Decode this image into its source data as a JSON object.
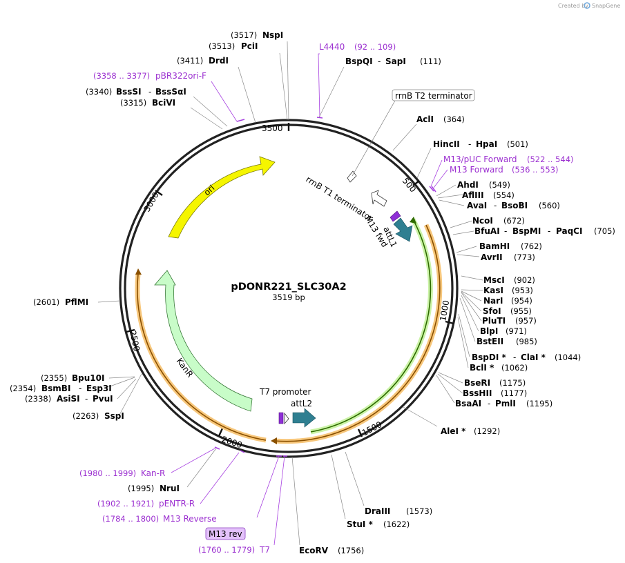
{
  "watermark": {
    "created_by": "Created by",
    "brand": "SnapGene"
  },
  "plasmid": {
    "name": "pDONR221_SLC30A2",
    "length": "3519 bp"
  },
  "ticks": [
    "500",
    "1000",
    "1500",
    "2000",
    "2500",
    "3000",
    "3500"
  ],
  "features": {
    "ori": "ori",
    "kanr": "KanR",
    "rrnb_t1": "rrnB T1 terminator",
    "rrnb_t2": "rrnB T2 terminator",
    "m13_fwd": "M13 fwd",
    "attl1": "attL1",
    "t7_promoter": "T7 promoter",
    "attl2": "attL2"
  },
  "primers": {
    "l4440": {
      "name": "L4440",
      "range": "(92 .. 109)"
    },
    "pbr322ori": {
      "name": "pBR322ori-F",
      "range": "(3358 .. 3377)"
    },
    "m13_puc": {
      "name": "M13/pUC Forward",
      "range": "(522 .. 544)"
    },
    "m13_forward": {
      "name": "M13 Forward",
      "range": "(536 .. 553)"
    },
    "kan_r": {
      "name": "Kan-R",
      "range": "(1980 .. 1999)"
    },
    "pentr_r": {
      "name": "pENTR-R",
      "range": "(1902 .. 1921)"
    },
    "m13_reverse": {
      "name": "M13 Reverse",
      "range": "(1784 .. 1800)"
    },
    "m13_rev": {
      "name": "M13 rev"
    },
    "t7": {
      "name": "T7",
      "range": "(1760 .. 1779)"
    }
  },
  "sites": {
    "nspi": {
      "name": "NspI",
      "pos": "(3517)"
    },
    "pcii": {
      "name": "PciI",
      "pos": "(3513)"
    },
    "drdi": {
      "name": "DrdI",
      "pos": "(3411)"
    },
    "bsssi": {
      "name": "BssSI",
      "sep": "-",
      "name2": "BssSαI",
      "pos": "(3340)"
    },
    "bcivi": {
      "name": "BciVI",
      "pos": "(3315)"
    },
    "bspqi": {
      "name": "BspQI",
      "sep": "-",
      "name2": "SapI",
      "pos": "(111)"
    },
    "acli": {
      "name": "AclI",
      "pos": "(364)"
    },
    "hincii": {
      "name": "HincII",
      "sep": "-",
      "name2": "HpaI",
      "pos": "(501)"
    },
    "ahdi": {
      "name": "AhdI",
      "pos": "(549)"
    },
    "aflIII": {
      "name": "AflIII",
      "pos": "(554)"
    },
    "avai": {
      "name": "AvaI",
      "sep": "-",
      "name2": "BsoBI",
      "pos": "(560)"
    },
    "ncoi": {
      "name": "NcoI",
      "pos": "(672)"
    },
    "bfuai": {
      "name": "BfuAI",
      "sep": "-",
      "name2": "BspMI",
      "sep2": "-",
      "name3": "PaqCI",
      "pos": "(705)"
    },
    "bamhi": {
      "name": "BamHI",
      "pos": "(762)"
    },
    "avrii": {
      "name": "AvrII",
      "pos": "(773)"
    },
    "msci": {
      "name": "MscI",
      "pos": "(902)"
    },
    "kasi": {
      "name": "KasI",
      "pos": "(953)"
    },
    "nari": {
      "name": "NarI",
      "pos": "(954)"
    },
    "sfoi": {
      "name": "SfoI",
      "pos": "(955)"
    },
    "pluti": {
      "name": "PluTI",
      "pos": "(957)"
    },
    "blpi": {
      "name": "BlpI",
      "pos": "(971)"
    },
    "bsteii": {
      "name": "BstEII",
      "pos": "(985)"
    },
    "bspdi": {
      "name": "BspDI *",
      "sep": "-",
      "name2": "ClaI *",
      "pos": "(1044)"
    },
    "bcli": {
      "name": "BclI *",
      "pos": "(1062)"
    },
    "bseri": {
      "name": "BseRI",
      "pos": "(1175)"
    },
    "bsshii": {
      "name": "BssHII",
      "pos": "(1177)"
    },
    "bsaai": {
      "name": "BsaAI",
      "sep": "-",
      "name2": "PmlI",
      "pos": "(1195)"
    },
    "alei": {
      "name": "AleI *",
      "pos": "(1292)"
    },
    "draiii": {
      "name": "DraIII",
      "pos": "(1573)"
    },
    "stui": {
      "name": "StuI *",
      "pos": "(1622)"
    },
    "ecorv": {
      "name": "EcoRV",
      "pos": "(1756)"
    },
    "nrui": {
      "name": "NruI",
      "pos": "(1995)"
    },
    "sspi": {
      "name": "SspI",
      "pos": "(2263)"
    },
    "bpu10i": {
      "name": "Bpu10I",
      "pos": "(2355)"
    },
    "bsmbi": {
      "name": "BsmBI",
      "sep": "-",
      "name2": "Esp3I",
      "pos": "(2354)"
    },
    "asisi": {
      "name": "AsiSI",
      "sep": "-",
      "name2": "PvuI",
      "pos": "(2338)"
    },
    "pfimi": {
      "name": "PflMI",
      "pos": "(2601)"
    }
  }
}
